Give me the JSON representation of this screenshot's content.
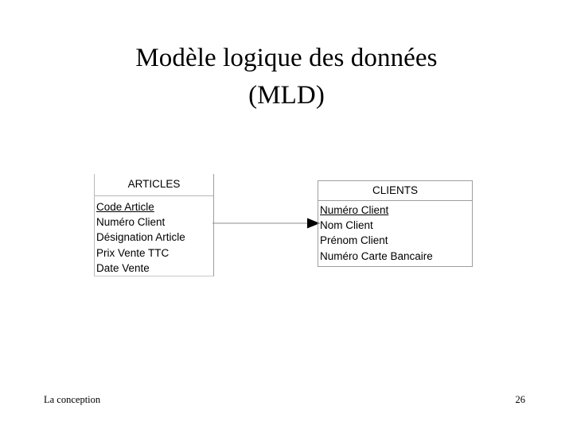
{
  "slide": {
    "title_line1": "Modèle logique des données",
    "title_line2": "(MLD)",
    "footer_left": "La conception",
    "page_number": "26",
    "background_color": "#ffffff",
    "text_color": "#000000",
    "line_color": "#9e9e9e"
  },
  "diagram": {
    "type": "logical-data-model",
    "entities": [
      {
        "name": "ARTICLES",
        "fields": [
          {
            "label": "Code Article",
            "key": "primary"
          },
          {
            "label": "Numéro Client",
            "key": "foreign"
          },
          {
            "label": "Désignation Article",
            "key": "none"
          },
          {
            "label": "Prix Vente TTC",
            "key": "none"
          },
          {
            "label": "Date Vente",
            "key": "none"
          }
        ]
      },
      {
        "name": "CLIENTS",
        "fields": [
          {
            "label": "Numéro Client",
            "key": "primary"
          },
          {
            "label": "Nom Client",
            "key": "none"
          },
          {
            "label": "Prénom Client",
            "key": "none"
          },
          {
            "label": "Numéro Carte Bancaire",
            "key": "none"
          }
        ]
      }
    ],
    "relationship": {
      "from": "ARTICLES",
      "to": "CLIENTS",
      "style": "arrow-right",
      "color": "#000000"
    }
  }
}
